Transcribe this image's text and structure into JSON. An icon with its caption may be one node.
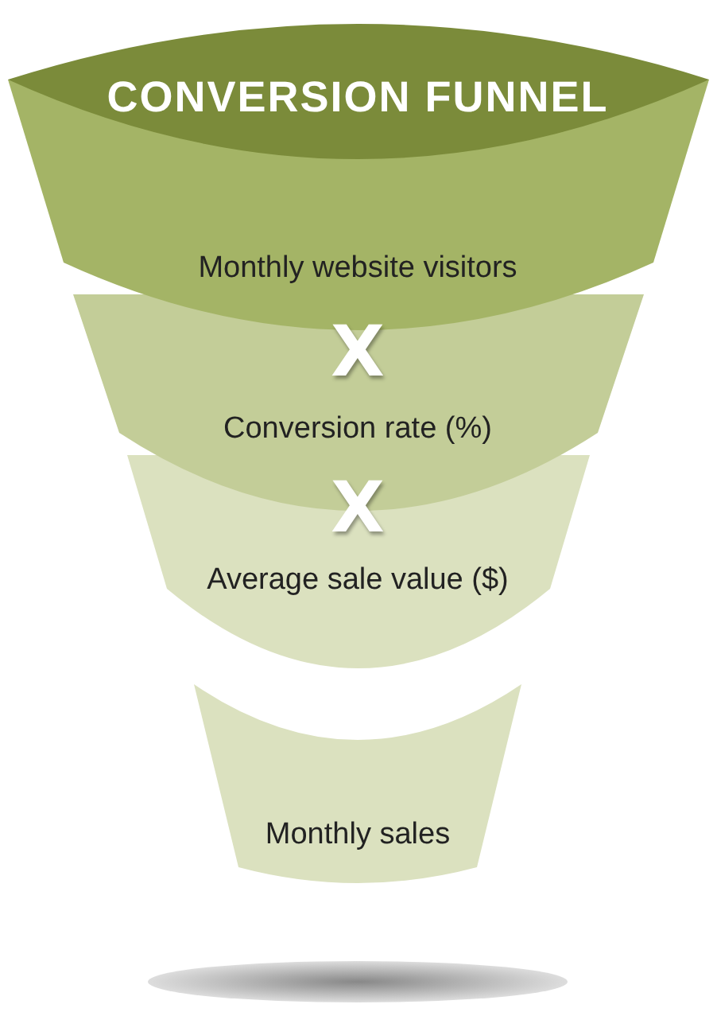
{
  "diagram": {
    "nodes": [
      {
        "text": [
          "CONVERSION FUNNEL"
        ]
      },
      {
        "text": [
          "Monthly website visitors"
        ]
      },
      {
        "text": [
          "Conversion rate (%)"
        ]
      },
      {
        "text": [
          "Average sale value ($)"
        ]
      },
      {
        "text": [
          "Monthly sales"
        ]
      }
    ],
    "edges": [],
    "labels": [
      "X",
      "X"
    ]
  }
}
